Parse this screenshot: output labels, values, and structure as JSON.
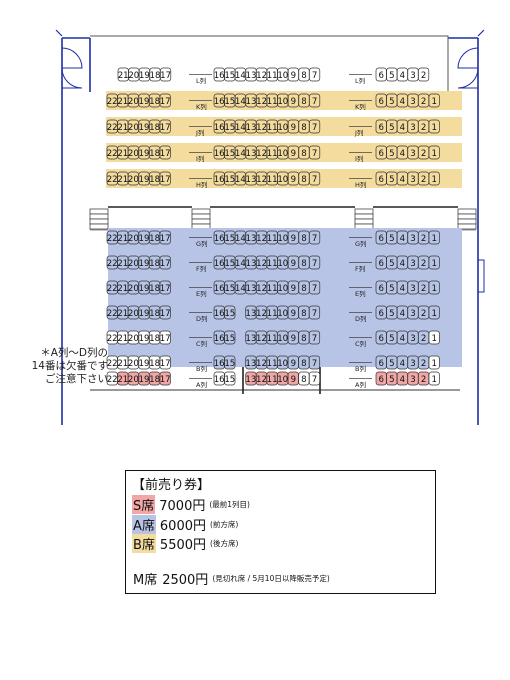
{
  "colors": {
    "S": "#f2a7a7",
    "A": "#b7c4e6",
    "B": "#f3dc9e",
    "wall": "#1d2ea8"
  },
  "rows": [
    {
      "label": "L列",
      "left": [
        21,
        20,
        19,
        18,
        17
      ],
      "mid": [
        16,
        15,
        14,
        13,
        12,
        11,
        10,
        9,
        8,
        7
      ],
      "right": [
        6,
        5,
        4,
        3,
        2
      ],
      "tier": "none"
    },
    {
      "label": "K列",
      "left": [
        22,
        21,
        20,
        19,
        18,
        17
      ],
      "mid": [
        16,
        15,
        14,
        13,
        12,
        11,
        10,
        9,
        8,
        7
      ],
      "right": [
        6,
        5,
        4,
        3,
        2,
        1
      ],
      "tier": "B"
    },
    {
      "label": "J列",
      "left": [
        22,
        21,
        20,
        19,
        18,
        17
      ],
      "mid": [
        16,
        15,
        14,
        13,
        12,
        11,
        10,
        9,
        8,
        7
      ],
      "right": [
        6,
        5,
        4,
        3,
        2,
        1
      ],
      "tier": "B"
    },
    {
      "label": "I列",
      "left": [
        22,
        21,
        20,
        19,
        18,
        17
      ],
      "mid": [
        16,
        15,
        14,
        13,
        12,
        11,
        10,
        9,
        8,
        7
      ],
      "right": [
        6,
        5,
        4,
        3,
        2,
        1
      ],
      "tier": "B"
    },
    {
      "label": "H列",
      "left": [
        22,
        21,
        20,
        19,
        18,
        17
      ],
      "mid": [
        16,
        15,
        14,
        13,
        12,
        11,
        10,
        9,
        8,
        7
      ],
      "right": [
        6,
        5,
        4,
        3,
        2,
        1
      ],
      "tier": "B"
    },
    {
      "label": "G列",
      "left": [
        22,
        21,
        20,
        19,
        18,
        17
      ],
      "mid": [
        16,
        15,
        14,
        13,
        12,
        11,
        10,
        9,
        8,
        7
      ],
      "right": [
        6,
        5,
        4,
        3,
        2,
        1
      ],
      "tier": "A"
    },
    {
      "label": "F列",
      "left": [
        22,
        21,
        20,
        19,
        18,
        17
      ],
      "mid": [
        16,
        15,
        14,
        13,
        12,
        11,
        10,
        9,
        8,
        7
      ],
      "right": [
        6,
        5,
        4,
        3,
        2,
        1
      ],
      "tier": "A"
    },
    {
      "label": "E列",
      "left": [
        22,
        21,
        20,
        19,
        18,
        17
      ],
      "mid": [
        16,
        15,
        14,
        13,
        12,
        11,
        10,
        9,
        8,
        7
      ],
      "right": [
        6,
        5,
        4,
        3,
        2,
        1
      ],
      "tier": "A"
    },
    {
      "label": "D列",
      "left": [
        22,
        21,
        20,
        19,
        18,
        17
      ],
      "mid": [
        16,
        15,
        13,
        12,
        11,
        10,
        9,
        8,
        7
      ],
      "right": [
        6,
        5,
        4,
        3,
        2,
        1
      ],
      "tier": "A"
    },
    {
      "label": "C列",
      "left": [
        22,
        21,
        20,
        19,
        18,
        17
      ],
      "mid": [
        16,
        15,
        13,
        12,
        11,
        10,
        9,
        8,
        7
      ],
      "right": [
        6,
        5,
        4,
        3,
        2,
        1
      ],
      "tier": "A"
    },
    {
      "label": "B列",
      "left": [
        22,
        21,
        20,
        19,
        18,
        17
      ],
      "mid": [
        16,
        15,
        13,
        12,
        11,
        10,
        9,
        8,
        7
      ],
      "right": [
        6,
        5,
        4,
        3,
        2,
        1
      ],
      "tier": "A"
    },
    {
      "label": "A列",
      "left": [
        22,
        21,
        20,
        19,
        18,
        17
      ],
      "mid": [
        16,
        15,
        13,
        12,
        11,
        10,
        9,
        8,
        7
      ],
      "right": [
        6,
        5,
        4,
        3,
        2,
        1
      ],
      "tier": "S"
    }
  ],
  "note": {
    "line1": "＊A列～D列の",
    "line2": "14番は欠番です",
    "line3": "ご注意下さい"
  },
  "legend": {
    "title": "【前売り券】",
    "s": {
      "name": "S席",
      "price": "7000円",
      "sub": "(最前1列目)"
    },
    "a": {
      "name": "A席",
      "price": "6000円",
      "sub": "(前方席)"
    },
    "b": {
      "name": "B席",
      "price": "5500円",
      "sub": "(後方席)"
    },
    "m": {
      "name": "M席",
      "price": "2500円",
      "sub": "(見切れ席 / 5月10日以降販売予定)"
    }
  }
}
